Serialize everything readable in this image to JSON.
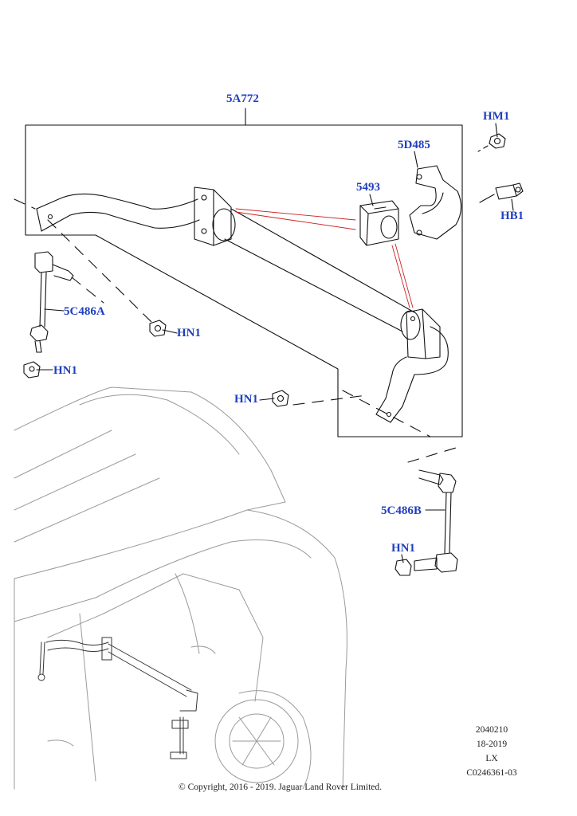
{
  "callouts": {
    "stabilizer_bar": "5A772",
    "bolt_hm1": "HM1",
    "bracket": "5D485",
    "bushing": "5493",
    "bolt_hb1": "HB1",
    "link_left": "5C486A",
    "nut_hn1_a": "HN1",
    "nut_hn1_b": "HN1",
    "nut_hn1_c": "HN1",
    "link_right": "5C486B",
    "nut_hn1_d": "HN1"
  },
  "footer": {
    "ref_number": "2040210",
    "date_range": "18-2019",
    "model": "LX",
    "catalog_code": "C0246361-03",
    "copyright": "© Copyright, 2016 - 2019. Jaguar Land Rover Limited."
  }
}
